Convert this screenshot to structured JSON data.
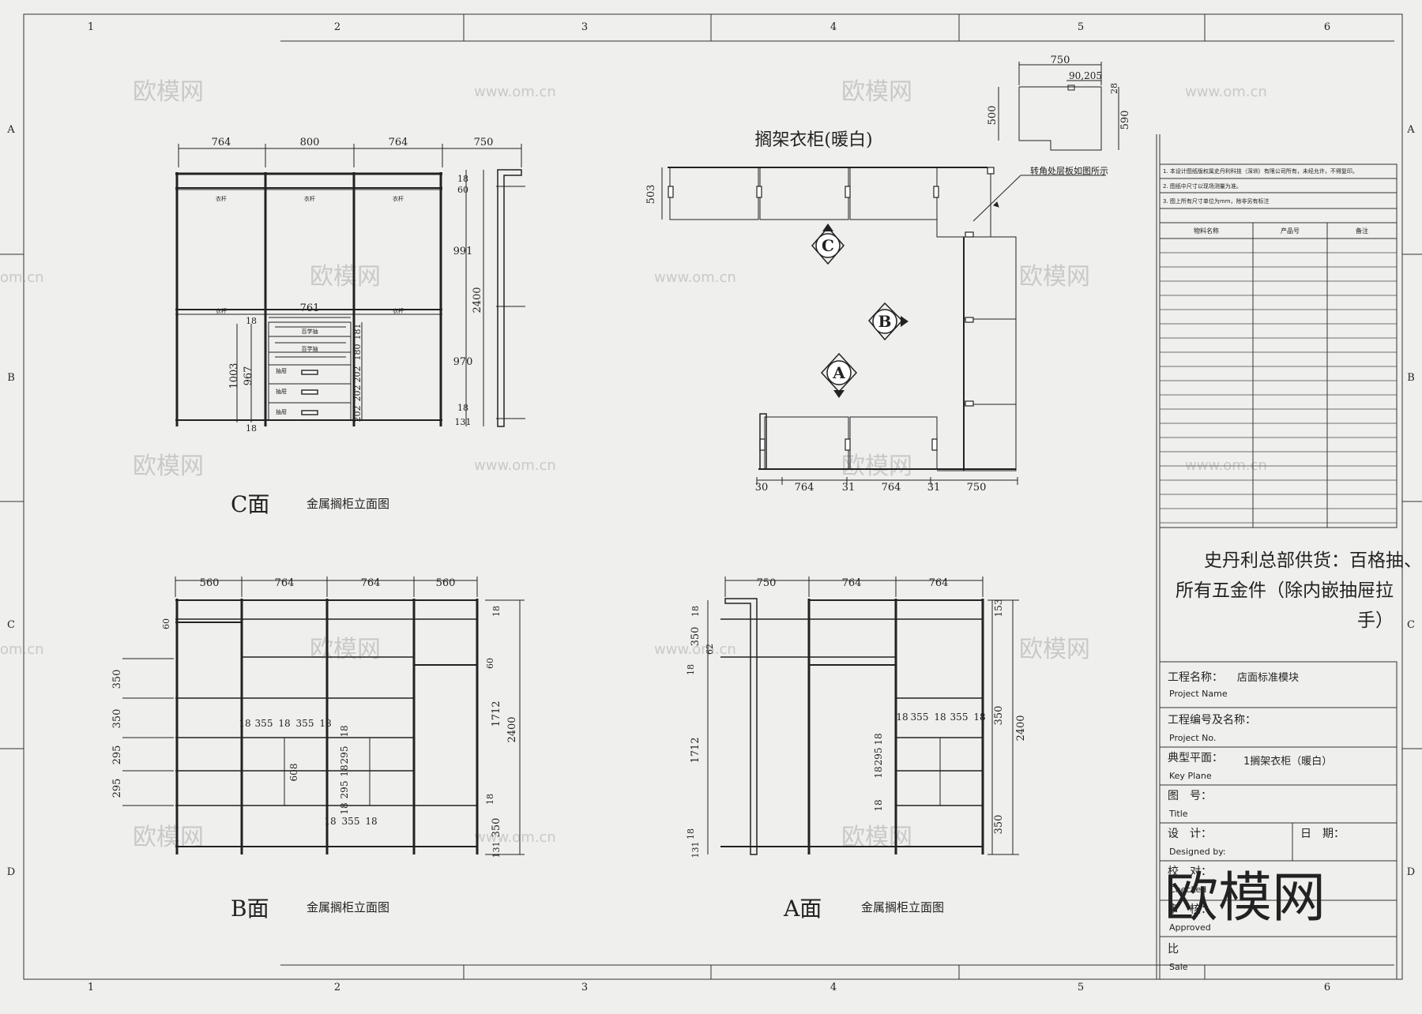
{
  "frame": {
    "col_labels": [
      "1",
      "2",
      "3",
      "4",
      "5",
      "6"
    ],
    "row_labels": [
      "A",
      "B",
      "C",
      "D"
    ]
  },
  "watermark": {
    "cn": "欧模网",
    "url": "www.om.cn",
    "url_short": "om.cn",
    "large": "欧模网"
  },
  "plan": {
    "title": "搁架衣柜(暖白)",
    "note": "转角处层板如图所示",
    "markers": [
      "C",
      "B",
      "A"
    ],
    "dims_left": "503",
    "dims_bottom": [
      "30",
      "764",
      "31",
      "764",
      "31",
      "750"
    ]
  },
  "detail": {
    "w": "750",
    "w2": "90,205",
    "h": "500",
    "h2": "590",
    "d": "28"
  },
  "elev_c": {
    "label": "C面",
    "caption": "金属搁柜立面图",
    "top_dims": [
      "764",
      "800",
      "764",
      "750"
    ],
    "mid_dim": "761",
    "right_dims": [
      "18",
      "60",
      "991",
      "970",
      "18",
      "131"
    ],
    "overall": "2400",
    "left_dims": [
      "18",
      "1003",
      "967",
      "18"
    ],
    "drawer_dims": [
      "181",
      "180",
      "202",
      "202",
      "202"
    ],
    "drawer_labels": [
      "百学抽",
      "百学抽",
      "抽屉",
      "抽屉",
      "抽屉"
    ],
    "rail_labels": [
      "衣杆",
      "衣杆",
      "衣杆",
      "衣杆",
      "衣杆"
    ]
  },
  "elev_b": {
    "label": "B面",
    "caption": "金属搁柜立面图",
    "top_dims": [
      "560",
      "764",
      "764",
      "560"
    ],
    "left_dims": [
      "60",
      "350",
      "350",
      "295",
      "295"
    ],
    "right_dims": [
      "18",
      "60",
      "1712",
      "18",
      "350",
      "131"
    ],
    "overall": "2400",
    "inner_dims": [
      "18",
      "355",
      "18",
      "355",
      "18"
    ],
    "inner_dims2": [
      "18",
      "355",
      "18"
    ],
    "vert_dims": [
      "608",
      "18",
      "295",
      "18",
      "295",
      "18"
    ]
  },
  "elev_a": {
    "label": "A面",
    "caption": "金属搁柜立面图",
    "top_dims": [
      "750",
      "764",
      "764"
    ],
    "left_dims": [
      "18",
      "350",
      "62",
      "18",
      "1712",
      "18",
      "131"
    ],
    "right_dims": [
      "153",
      "350",
      "350"
    ],
    "overall": "2400",
    "inner_dims": [
      "18",
      "355",
      "18",
      "355",
      "18"
    ],
    "vert_dims": [
      "18",
      "295",
      "18",
      "18"
    ]
  },
  "title_block": {
    "notes": [
      "1. 本设计图纸版权属史丹利科技（深圳）有限公司所有，未经允许，不得复印。",
      "2. 图纸中尺寸以现场测量为准。",
      "3. 图上所有尺寸单位为mm，除非另有标注"
    ],
    "table_headers": [
      "物料名称",
      "产品号",
      "备注"
    ],
    "supply_note": [
      "史丹利总部供货：百格抽、",
      "所有五金件（除内嵌抽屉拉",
      "手）"
    ],
    "fields": [
      {
        "label": "工程名称：",
        "sub": "Project Name",
        "value": "店面标准模块"
      },
      {
        "label": "工程编号及名称：",
        "sub": "Project No.",
        "value": ""
      },
      {
        "label": "典型平面：",
        "sub": "Key Plane",
        "value": "1搁架衣柜（暖白）"
      },
      {
        "label": "图　号：",
        "sub": "Title",
        "value": ""
      },
      {
        "label": "设　计：",
        "sub": "Designed by:",
        "value": ""
      },
      {
        "label": "校　对：",
        "sub": "Checked",
        "value": ""
      },
      {
        "label": "审　核：",
        "sub": "Approved",
        "value": ""
      },
      {
        "label": "比",
        "sub": "Sale",
        "value": ""
      }
    ],
    "date_label": "日　期："
  }
}
